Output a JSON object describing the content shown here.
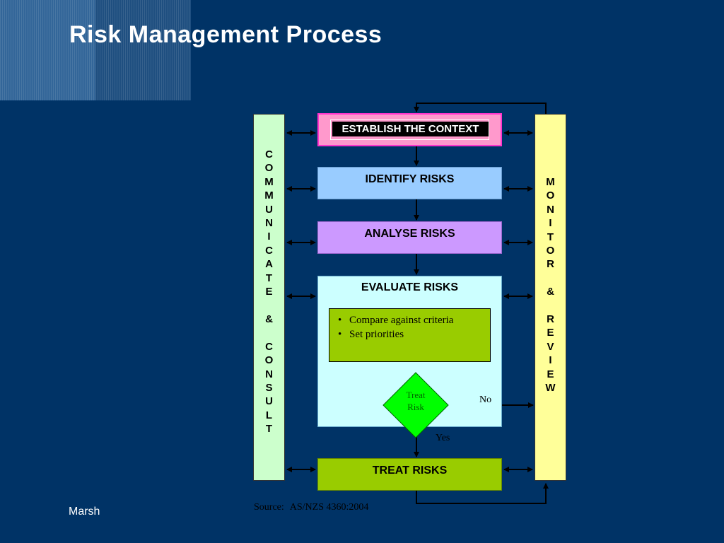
{
  "title": "Risk Management Process",
  "steps": {
    "establish": "ESTABLISH THE CONTEXT",
    "identify": "IDENTIFY RISKS",
    "analyse": "ANALYSE RISKS",
    "evaluate": "EVALUATE RISKS",
    "treat": "TREAT RISKS"
  },
  "evaluate_items": [
    "Compare against criteria",
    "Set priorities"
  ],
  "decision": {
    "label_line1": "Treat",
    "label_line2": "Risk",
    "no": "No",
    "yes": "Yes"
  },
  "side_left": "C\nO\nM\nM\nU\nN\nI\nC\nA\nT\nE\n\n&\n\nC\nO\nN\nS\nU\nL\nT",
  "side_right": "M\nO\nN\nI\nT\nO\nR\n\n&\n\nR\nE\nV\nI\nE\nW",
  "source_label": "Source:",
  "source_value": "AS/NZS 4360:2004",
  "footer": "Marsh",
  "colors": {
    "background": "#003366",
    "establish": "#ff99cc",
    "identify": "#99ccff",
    "analyse": "#cc99ff",
    "evaluate": "#ccffff",
    "treat": "#99cc00",
    "communicate": "#ccffcc",
    "monitor": "#ffff99",
    "decision": "#00ff00"
  }
}
